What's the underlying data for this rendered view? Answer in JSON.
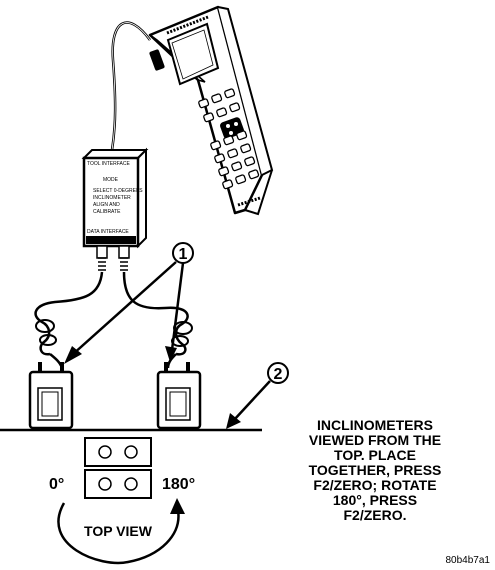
{
  "callouts": {
    "one": "1",
    "two": "2"
  },
  "angles": {
    "zero": "0°",
    "one_eighty": "180°"
  },
  "top_view_label": "TOP VIEW",
  "note_lines": [
    "INCLINOMETERS",
    "VIEWED FROM THE",
    "TOP. PLACE",
    "TOGETHER, PRESS",
    "F2/ZERO; ROTATE",
    "180°, PRESS",
    "F2/ZERO."
  ],
  "figure_code": "80b4b7a1"
}
